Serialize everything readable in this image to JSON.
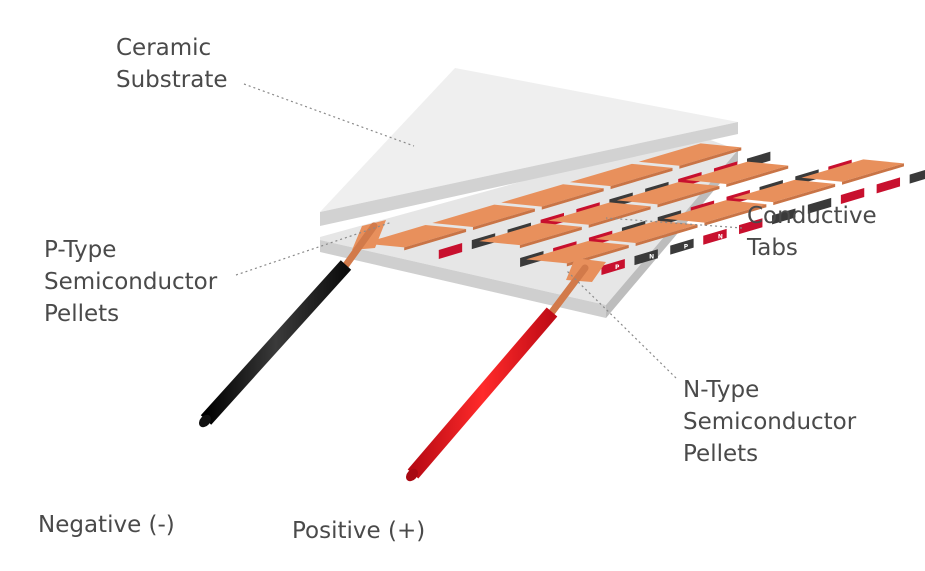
{
  "labels": {
    "ceramic_substrate": [
      "Ceramic",
      "Substrate"
    ],
    "p_type": [
      "P-Type",
      "Semiconductor",
      "Pellets"
    ],
    "conductive_tabs": [
      "Conductive",
      "Tabs"
    ],
    "n_type": [
      "N-Type",
      "Semiconductor",
      "Pellets"
    ],
    "negative": "Negative (-)",
    "positive": "Positive (+)"
  },
  "pellet_marks": {
    "p": "P",
    "n": "N"
  },
  "colors": {
    "ceramic_top": "#ececec",
    "ceramic_edge": "#d4d4d4",
    "ceramic_bottom": "#dedede",
    "copper_tab": "#e8905c",
    "copper_tab_dark": "#c97446",
    "p_pellet": "#c8102e",
    "n_pellet": "#3a3a3a",
    "negative_wire": "#1e1e1e",
    "positive_wire": "#e01020",
    "label_text": "#4a4a4a",
    "leader_line": "#8a8a8a"
  }
}
